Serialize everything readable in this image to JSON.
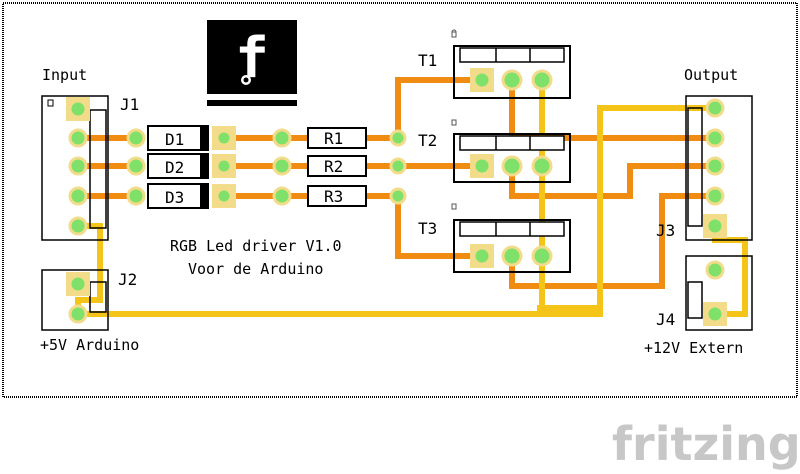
{
  "colors": {
    "board_bg": "#ffffff",
    "outline": "#000000",
    "trace_orange": "#f08c12",
    "trace_yellow": "#f4c418",
    "pad_green": "#7fe06a",
    "pad_square": "#f2dc8a",
    "watermark": "#c7c7c7"
  },
  "logo": {
    "glyph": "f"
  },
  "labels": {
    "input": "Input",
    "output": "Output",
    "plus5v": "+5V Arduino",
    "plus12v": "+12V Extern",
    "title_line1": "RGB Led driver V1.0",
    "title_line2": "Voor de Arduino"
  },
  "connectors": {
    "j1": "J1",
    "j2": "J2",
    "j3": "J3",
    "j4": "J4"
  },
  "diodes": [
    "D1",
    "D2",
    "D3"
  ],
  "resistors": [
    "R1",
    "R2",
    "R3"
  ],
  "transistors": [
    "T1",
    "T2",
    "T3"
  ],
  "watermark": {
    "text": "fritzing"
  }
}
